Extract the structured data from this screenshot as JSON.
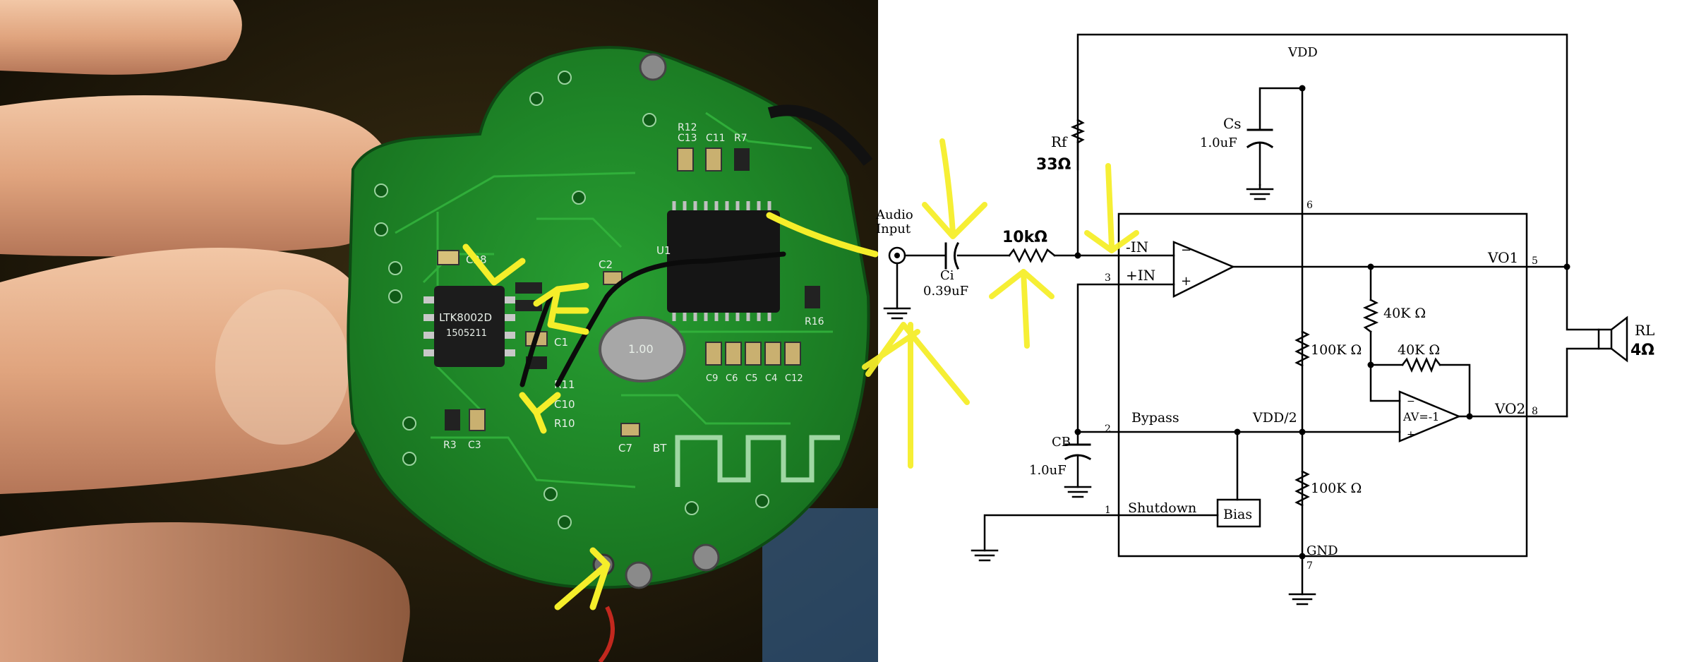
{
  "photo": {
    "chip_main": [
      "LTK8002D",
      "1505211"
    ],
    "crystal": "1.00",
    "silk": {
      "c28": "C28",
      "c2": "C2",
      "u1": "U1",
      "c13": "C13",
      "r12": "R12",
      "c11": "C11",
      "r7": "R7",
      "r16": "R16",
      "c1": "C1",
      "r11": "R11",
      "c10": "C10",
      "r10": "R10",
      "c9": "C9",
      "c6": "C6",
      "c5": "C5",
      "c4": "C4",
      "c12": "C12",
      "c7": "C7",
      "bt": "BT",
      "r3": "R3",
      "c3": "C3"
    }
  },
  "schematic": {
    "vdd_top": "VDD",
    "cs_name": "Cs",
    "cs_value": "1.0uF",
    "rf_name": "Rf",
    "rf_value": "33Ω",
    "audio_input_line1": "Audio",
    "audio_input_line2": "Input",
    "ci_name": "Ci",
    "ci_value": "0.39uF",
    "ri_value": "10kΩ",
    "minus_in": "-IN",
    "plus_in": "+IN",
    "pin6": "6",
    "pin3": "3",
    "pin2": "2",
    "pin1": "1",
    "pin5": "5",
    "pin8": "8",
    "pin7": "7",
    "vo1": "VO1",
    "vo2": "VO2",
    "r40k_1": "40K Ω",
    "r40k_2": "40K Ω",
    "r100k_1": "100K Ω",
    "r100k_2": "100K Ω",
    "bypass": "Bypass",
    "vdd_half": "VDD/2",
    "av_label": "AV=-1",
    "cb_name": "CB",
    "cb_value": "1.0uF",
    "shutdown": "Shutdown",
    "bias": "Bias",
    "gnd": "GND",
    "rl_name": "RL",
    "rl_value": "4Ω"
  },
  "colors": {
    "pcb_green": "#1f8a2a",
    "highlighter_yellow": "#f5ee2a",
    "background_dark": "#151108"
  }
}
